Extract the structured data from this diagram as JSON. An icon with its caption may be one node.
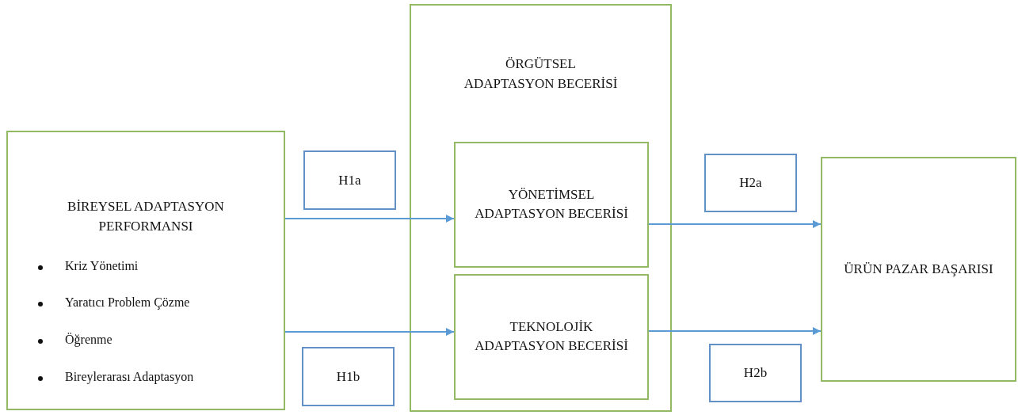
{
  "diagram": {
    "nodes": [
      {
        "text": [
          "BİREYSEL ADAPTASYON PERFORMANSI",
          "Kriz Yönetimi",
          "Yaratıcı Problem Çözme",
          "Öğrenme",
          "Bireylerarası Adaptasyon"
        ]
      },
      {
        "text": [
          "H1a"
        ]
      },
      {
        "text": [
          "H1b"
        ]
      },
      {
        "text": [
          "ÖRGÜTSEL ADAPTASYON BECERİSİ"
        ]
      },
      {
        "text": [
          "YÖNETİMSEL ADAPTASYON BECERİSİ"
        ],
        "in": 3
      },
      {
        "text": [
          "TEKNOLOJİK ADAPTASYON BECERİSİ"
        ],
        "in": 3
      },
      {
        "text": [
          "H2a"
        ]
      },
      {
        "text": [
          "H2b"
        ]
      },
      {
        "text": [
          "ÜRÜN PAZAR BAŞARISI"
        ]
      }
    ],
    "edges": [
      {
        "from": 0,
        "to": 4,
        "arrow": "to"
      },
      {
        "from": 0,
        "to": 5,
        "arrow": "to"
      },
      {
        "from": 4,
        "to": 8,
        "arrow": "to"
      },
      {
        "from": 5,
        "to": 8,
        "arrow": "to"
      }
    ]
  }
}
